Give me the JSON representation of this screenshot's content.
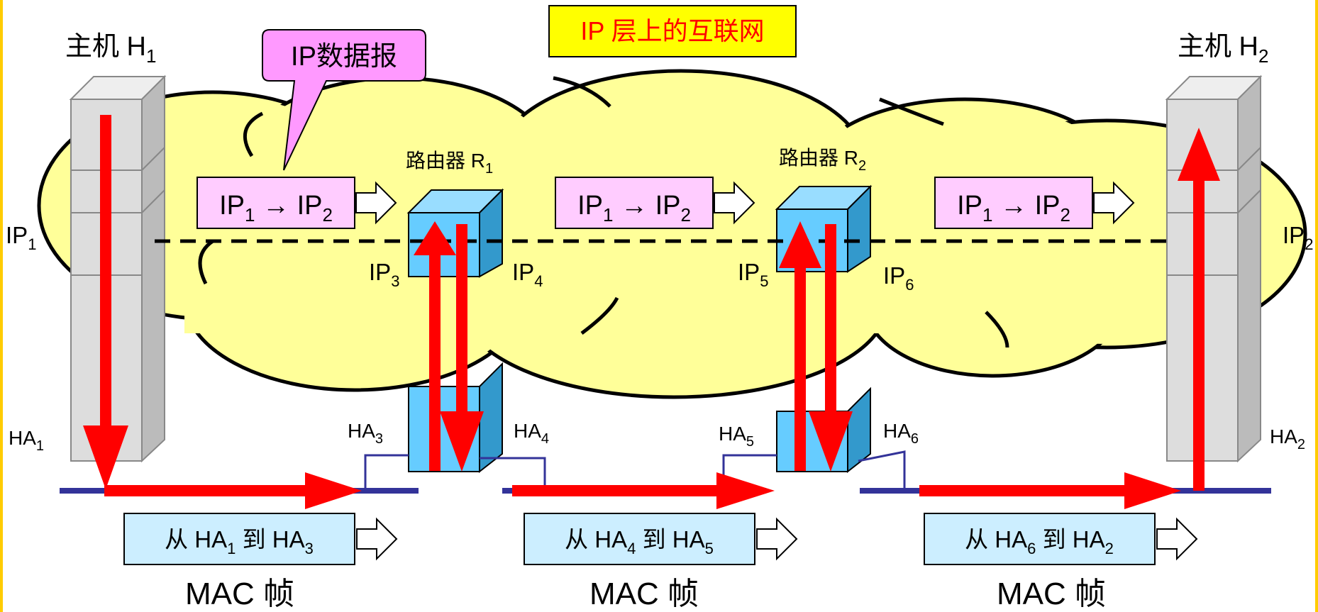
{
  "title": "IP 层上的互联网",
  "callout": "IP数据报",
  "hosts": {
    "h1": {
      "label": "主机 H",
      "sub": "1"
    },
    "h2": {
      "label": "主机 H",
      "sub": "2"
    }
  },
  "routers": {
    "r1": {
      "label": "路由器 R",
      "sub": "1"
    },
    "r2": {
      "label": "路由器 R",
      "sub": "2"
    }
  },
  "ip_labels": {
    "ip1": {
      "main": "IP",
      "sub": "1"
    },
    "ip2": {
      "main": "IP",
      "sub": "2"
    },
    "ip3": {
      "main": "IP",
      "sub": "3"
    },
    "ip4": {
      "main": "IP",
      "sub": "4"
    },
    "ip5": {
      "main": "IP",
      "sub": "5"
    },
    "ip6": {
      "main": "IP",
      "sub": "6"
    }
  },
  "ha_labels": {
    "ha1": {
      "main": "HA",
      "sub": "1"
    },
    "ha2": {
      "main": "HA",
      "sub": "2"
    },
    "ha3": {
      "main": "HA",
      "sub": "3"
    },
    "ha4": {
      "main": "HA",
      "sub": "4"
    },
    "ha5": {
      "main": "HA",
      "sub": "5"
    },
    "ha6": {
      "main": "HA",
      "sub": "6"
    }
  },
  "datagrams": [
    {
      "a": "IP",
      "a_sub": "1",
      "arrow": " → ",
      "b": "IP",
      "b_sub": "2"
    },
    {
      "a": "IP",
      "a_sub": "1",
      "arrow": " → ",
      "b": "IP",
      "b_sub": "2"
    },
    {
      "a": "IP",
      "a_sub": "1",
      "arrow": " → ",
      "b": "IP",
      "b_sub": "2"
    }
  ],
  "mac_frames": [
    {
      "from": "从 HA",
      "from_sub": "1",
      "to": " 到 HA",
      "to_sub": "3"
    },
    {
      "from": "从 HA",
      "from_sub": "4",
      "to": " 到 HA",
      "to_sub": "5"
    },
    {
      "from": "从 HA",
      "from_sub": "6",
      "to": " 到 HA",
      "to_sub": "2"
    }
  ],
  "mac_caption": "MAC 帧",
  "colors": {
    "cloud": "#ffff99",
    "title_bg": "#ffff00",
    "title_text": "#ff0000",
    "callout_bg": "#ff99ff",
    "datagram_bg": "#ffccff",
    "frame_bg": "#cceeff",
    "router_face": "#66ccff",
    "host_face": "#dddddd",
    "arrow_red": "#ff0000",
    "line_blue": "#333399"
  }
}
